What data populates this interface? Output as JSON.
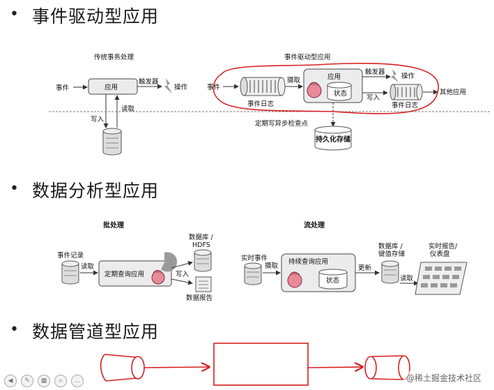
{
  "sections": [
    {
      "bullet": "•",
      "title": "事件驱动型应用"
    },
    {
      "bullet": "•",
      "title": "数据分析型应用"
    },
    {
      "bullet": "•",
      "title": "数据管道型应用"
    }
  ],
  "event_driven": {
    "left": {
      "title": "传统事务处理",
      "event": "事件",
      "app": "应用",
      "trigger": "触发器",
      "action": "操作",
      "read": "读取",
      "write": "写入"
    },
    "right": {
      "title": "事件驱动型应用",
      "event": "事件",
      "ingest": "摄取",
      "event_log": "事件日志",
      "app": "应用",
      "state": "状态",
      "trigger": "触发器",
      "action": "操作",
      "write": "写入",
      "event_log2": "事件日志",
      "other_apps": "其他应用",
      "checkpoint": "定期写异步检查点",
      "persistent": "持久化存储"
    }
  },
  "analytics": {
    "batch": {
      "title": "批处理",
      "event_records": "事件记录",
      "read": "读取",
      "app": "定期查询应用",
      "write": "写入",
      "db_line1": "数据库 /",
      "db_line2": "HDFS",
      "report": "数据报告"
    },
    "stream": {
      "title": "流处理",
      "realtime_events": "实时事件",
      "ingest": "摄取",
      "app": "持续查询应用",
      "state": "状态",
      "update": "更新",
      "db_line1": "数据库 /",
      "db_line2": "键值存储",
      "read": "读取",
      "report_line1": "实时报告/",
      "report_line2": "仪表盘"
    }
  },
  "watermark": "@稀土掘金技术社区",
  "colors": {
    "annotation": "#d62020",
    "box_fill": "#ececec"
  }
}
